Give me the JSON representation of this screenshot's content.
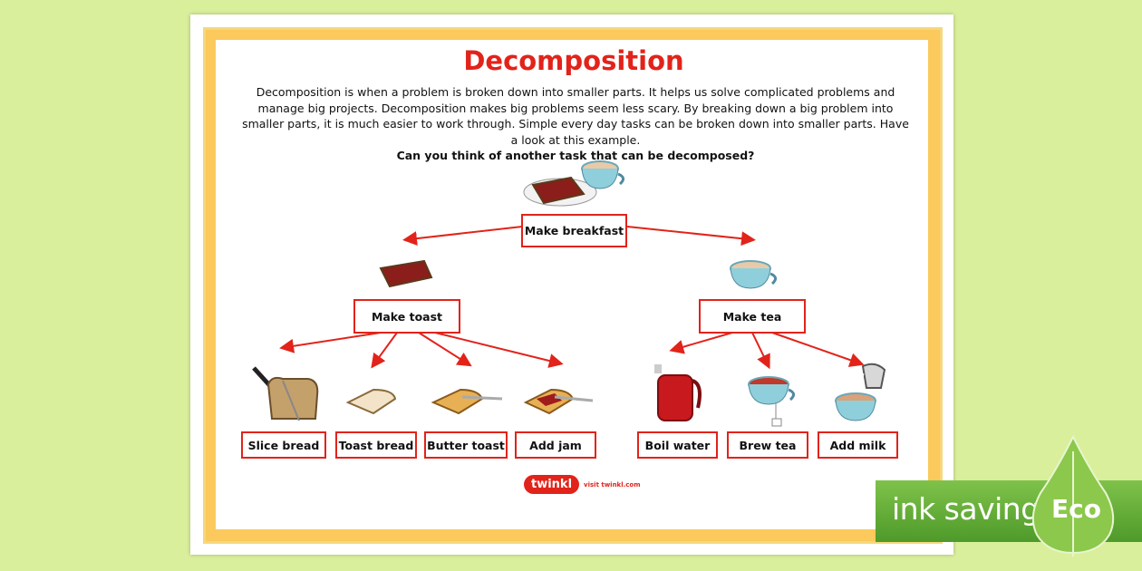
{
  "poster": {
    "title": "Decomposition",
    "intro": "Decomposition is when a problem is broken down into smaller parts. It helps us solve complicated problems and manage big projects. Decomposition makes big problems seem less scary. By breaking down a big problem into smaller parts, it is much easier to work through. Simple every day tasks can be broken down into smaller parts. Have a look at this example.",
    "question": "Can you think of another task that can be decomposed?"
  },
  "tree": {
    "root": "Make breakfast",
    "branches": [
      {
        "label": "Make toast",
        "steps": [
          "Slice bread",
          "Toast bread",
          "Butter toast",
          "Add jam"
        ]
      },
      {
        "label": "Make tea",
        "steps": [
          "Boil water",
          "Brew tea",
          "Add milk"
        ]
      }
    ]
  },
  "footer": {
    "logo": "twinkl",
    "link": "visit twinkl.com"
  },
  "badge": {
    "label": "ink saving",
    "tag": "Eco"
  },
  "colors": {
    "accent": "#e2231a",
    "background": "#d9ef9b",
    "frame": "#fbc95c",
    "eco_green": "#5ea936"
  },
  "icons": [
    "breakfast-plate-icon",
    "toast-jam-icon",
    "teacup-icon",
    "bread-loaf-icon",
    "bread-slice-icon",
    "butter-toast-icon",
    "jam-toast-icon",
    "kettle-icon",
    "teabag-cup-icon",
    "milk-jug-icon",
    "leaf-drop-icon"
  ]
}
